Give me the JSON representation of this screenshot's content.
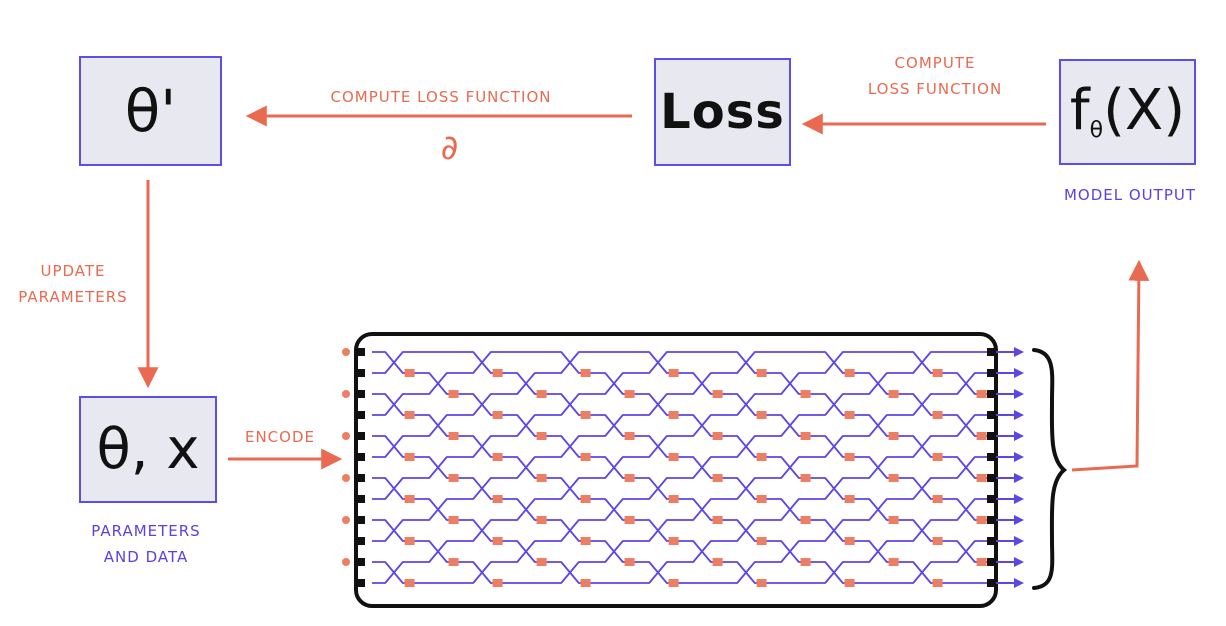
{
  "boxes": {
    "theta_prime": "θ'",
    "loss": "Loss",
    "output_main": "f",
    "output_sub": "θ",
    "output_arg": "(X)",
    "params": "θ, x"
  },
  "labels": {
    "compute_loss_top": "COMPUTE LOSS FUNCTION",
    "partial": "∂",
    "compute_loss_right_line1": "COMPUTE",
    "compute_loss_right_line2": "LOSS FUNCTION",
    "model_output": "MODEL OUTPUT",
    "update_params_line1": "UPDATE",
    "update_params_line2": "PARAMETERS",
    "encode": "ENCODE",
    "params_data_line1": "PARAMETERS",
    "params_data_line2": "AND DATA"
  },
  "colors": {
    "accent_orange": "#e96a50",
    "accent_blue": "#5843e0",
    "box_fill": "#e8e8f1",
    "box_border": "#5d4ee8",
    "circuit_line": "#5b46e6",
    "circuit_phase": "#ee7e62"
  },
  "icons": [
    "arrow-icon",
    "brace-icon",
    "photonic-circuit-icon"
  ]
}
